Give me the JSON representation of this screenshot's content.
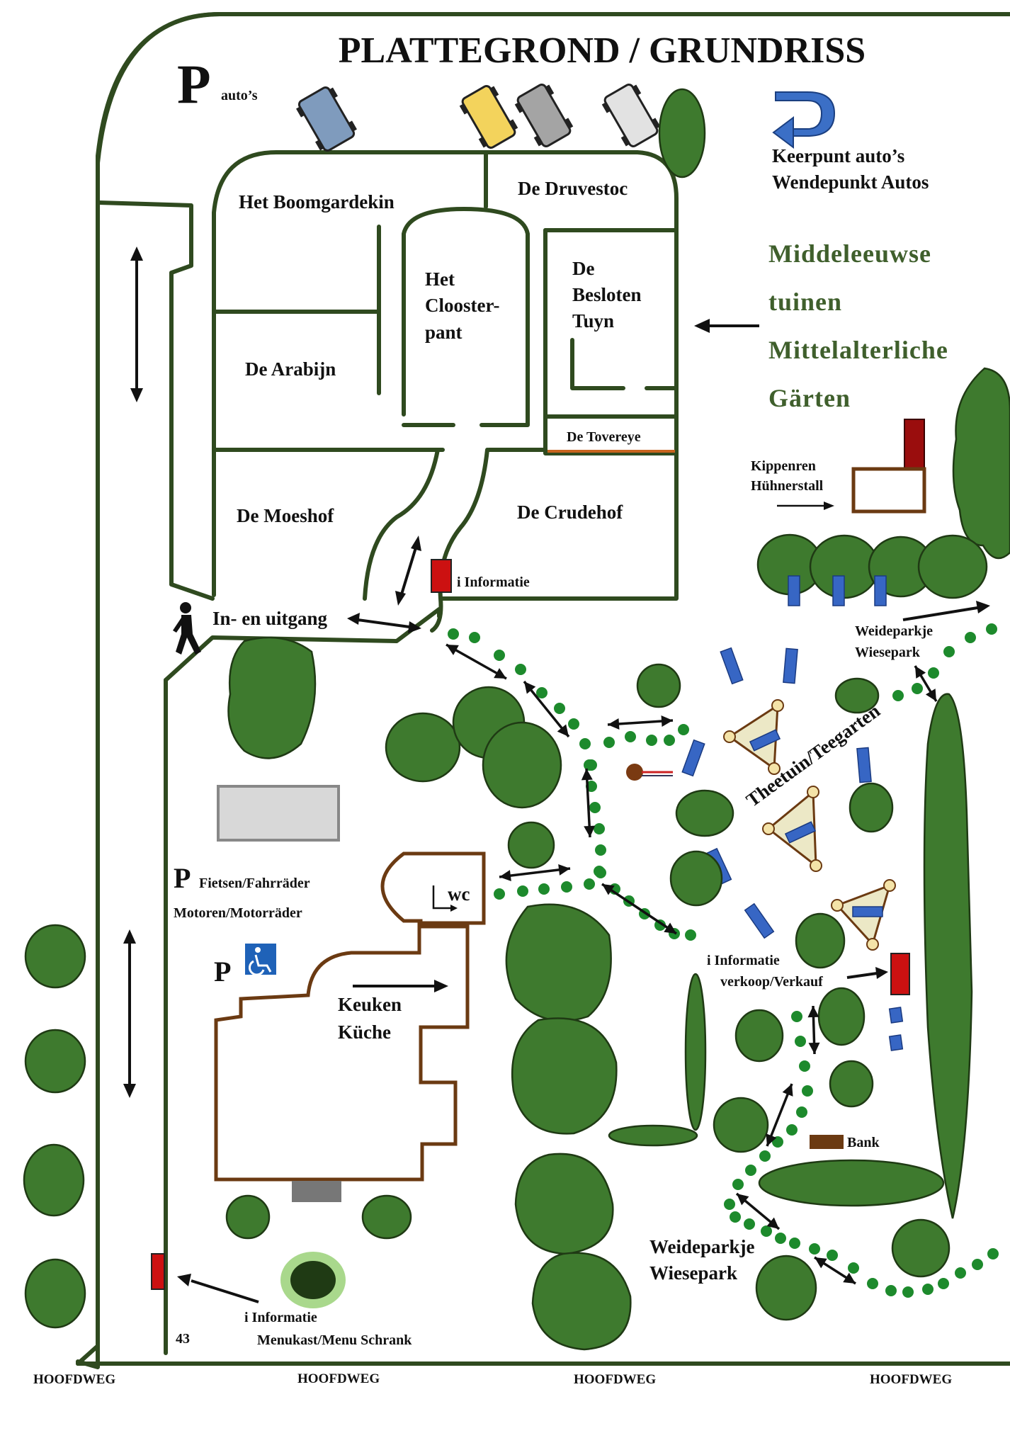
{
  "title": "PLATTEGROND / GRUNDRISS",
  "parking_cars": {
    "symbol": "P",
    "label": "auto’s"
  },
  "turning_point": {
    "line1": "Keerpunt auto’s",
    "line2": "Wendepunkt Autos"
  },
  "medieval_gardens": {
    "lines": [
      "Middeleeuwse",
      "tuinen",
      "Mittelalterliche",
      "Gärten"
    ]
  },
  "gardens": {
    "boomgardekin": "Het Boomgardekin",
    "druvestoc": "De Druvestoc",
    "cloosterpant": [
      "Het",
      "Clooster-",
      "pant"
    ],
    "besloten_tuyn": [
      "De",
      "Besloten",
      "Tuyn"
    ],
    "arabijn": "De Arabijn",
    "tovereye": "De Tovereye",
    "moeshof": "De Moeshof",
    "crudehof": "De Crudehof"
  },
  "info_entrance": "i Informatie",
  "entrance": "In- en uitgang",
  "chicken_run": {
    "line1": "Kippenren",
    "line2": "Hühnerstall"
  },
  "meadow_park_top": {
    "line1": "Weideparkje",
    "line2": "Wiesepark"
  },
  "tea_garden": "Theetuin/Teegarten",
  "bike_parking": {
    "symbol": "P",
    "line1": "Fietsen/Fahrräder",
    "line2": "Motoren/Motorräder"
  },
  "disabled_parking": {
    "symbol": "P"
  },
  "wc": "wc",
  "kitchen": {
    "line1": "Keuken",
    "line2": "Küche"
  },
  "info_sale": {
    "line1": "i Informatie",
    "line2": "verkoop/Verkauf"
  },
  "bench": "Bank",
  "meadow_park_bottom": {
    "line1": "Weideparkje",
    "line2": "Wiesepark"
  },
  "info_menu": {
    "line1": "i Informatie",
    "line2": "Menukast/Menu Schrank"
  },
  "page_number": "43",
  "roads": [
    "HOOFDWEG",
    "HOOFDWEG",
    "HOOFDWEG",
    "HOOFDWEG"
  ],
  "colors": {
    "wall": "#2f4a1f",
    "tree": "#3e7a2e",
    "path_dots": "#1d8a2c",
    "building": "#6b3a12",
    "info_box": "#cc1111",
    "bench": "#3766c4",
    "heading_green": "#3f5f2c",
    "tovereye_border": "#c8641e"
  }
}
